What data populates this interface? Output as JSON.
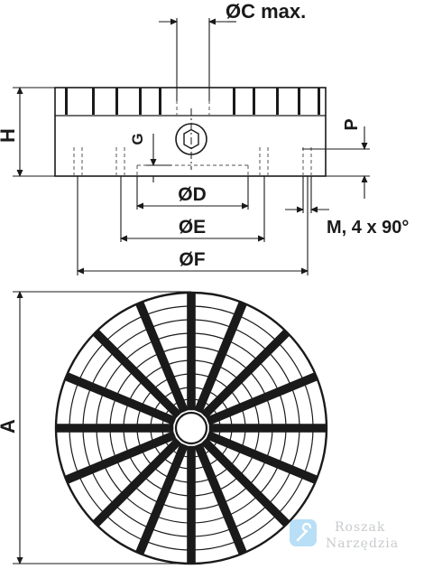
{
  "labels": {
    "dim_C": "ØC max.",
    "dim_H": "H",
    "dim_G": "G",
    "dim_P": "P",
    "dim_D": "ØD",
    "dim_E": "ØE",
    "dim_F": "ØF",
    "dim_M": "M, 4 x 90°",
    "dim_A": "A"
  },
  "watermark": {
    "line1": "Roszak",
    "line2": "Narzędzia",
    "color": "#7fc6f0"
  },
  "colors": {
    "stroke": "#1a1a1a",
    "hidden": "#555555"
  }
}
